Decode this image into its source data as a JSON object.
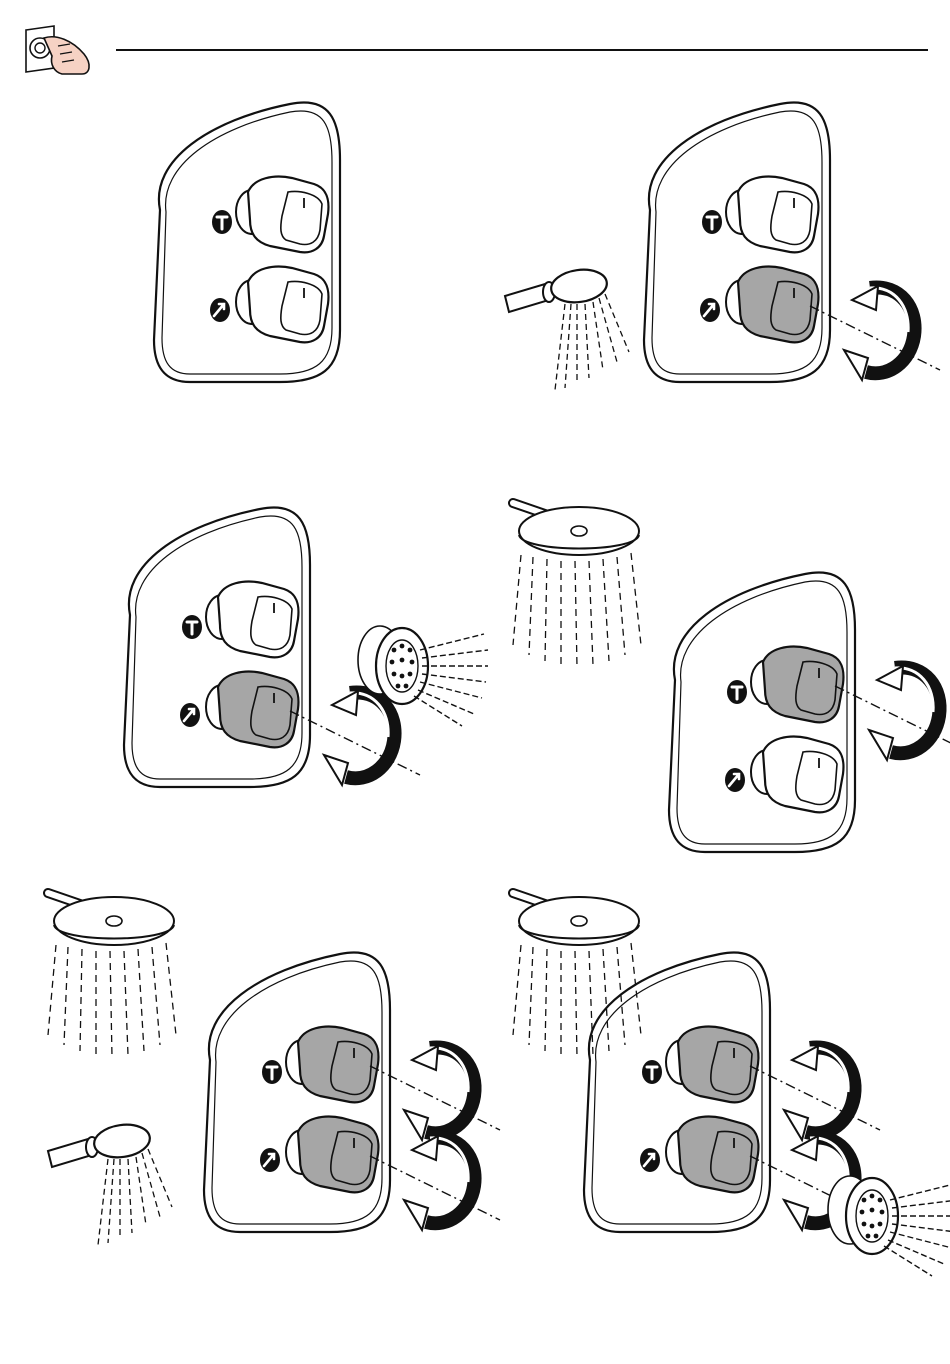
{
  "header": {
    "icon": "hand-turning-knob-icon",
    "rule_color": "#111111"
  },
  "colors": {
    "ink": "#111111",
    "knob_active": "#a6a6a6",
    "knob_idle": "#ffffff",
    "plate": "#ffffff"
  },
  "panels": [
    {
      "id": "panel-1",
      "upper_knob": "idle",
      "lower_knob": "idle",
      "outlets": []
    },
    {
      "id": "panel-2",
      "upper_knob": "idle",
      "lower_knob": "active",
      "outlets": [
        "hand-shower-icon"
      ]
    },
    {
      "id": "panel-3",
      "upper_knob": "idle",
      "lower_knob": "active",
      "outlets": [
        "body-jet-icon"
      ]
    },
    {
      "id": "panel-4",
      "upper_knob": "active",
      "lower_knob": "idle",
      "outlets": [
        "overhead-shower-icon"
      ]
    },
    {
      "id": "panel-5",
      "upper_knob": "active",
      "lower_knob": "active",
      "outlets": [
        "overhead-shower-icon",
        "hand-shower-icon"
      ]
    },
    {
      "id": "panel-6",
      "upper_knob": "active",
      "lower_knob": "active",
      "outlets": [
        "overhead-shower-icon",
        "body-jet-icon"
      ]
    }
  ]
}
